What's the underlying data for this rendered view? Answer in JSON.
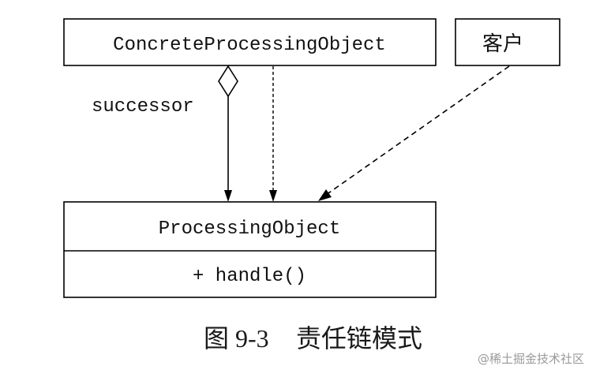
{
  "diagram": {
    "concrete_class": "ConcreteProcessingObject",
    "client": "客户",
    "association_label": "successor",
    "abstract_class": {
      "name": "ProcessingObject",
      "method": "+ handle()"
    }
  },
  "caption": {
    "figure_number": "图 9-3",
    "title": "责任链模式"
  },
  "watermark": "@稀土掘金技术社区",
  "colors": {
    "background": "#ffffff",
    "stroke": "#000000",
    "text": "#111111",
    "watermark": "#9a9a9a"
  }
}
